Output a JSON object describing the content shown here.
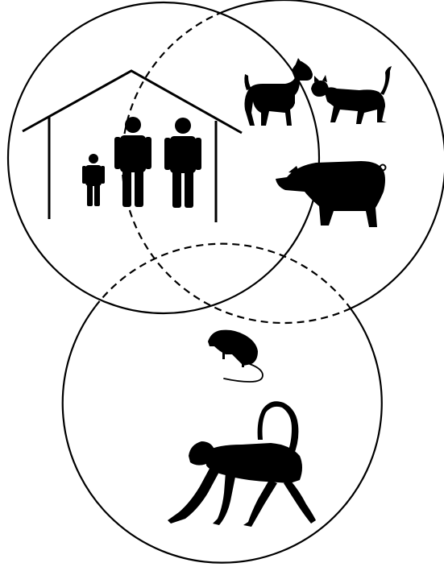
{
  "diagram": {
    "circles": [
      {
        "name": "human-household-circle",
        "style": "solid"
      },
      {
        "name": "domestic-animals-circle",
        "style": "solid-with-dashed-overlap"
      },
      {
        "name": "wildlife-circle",
        "style": "solid-with-dashed-overlap"
      }
    ],
    "icons": [
      "house-icon",
      "child-figure-icon",
      "adult-figure-icon",
      "adult-figure-icon",
      "dog-icon",
      "cat-icon",
      "pig-icon",
      "rat-icon",
      "monkey-icon"
    ],
    "colors": {
      "stroke": "#000000",
      "fill": "#000000",
      "background": "#ffffff"
    }
  }
}
